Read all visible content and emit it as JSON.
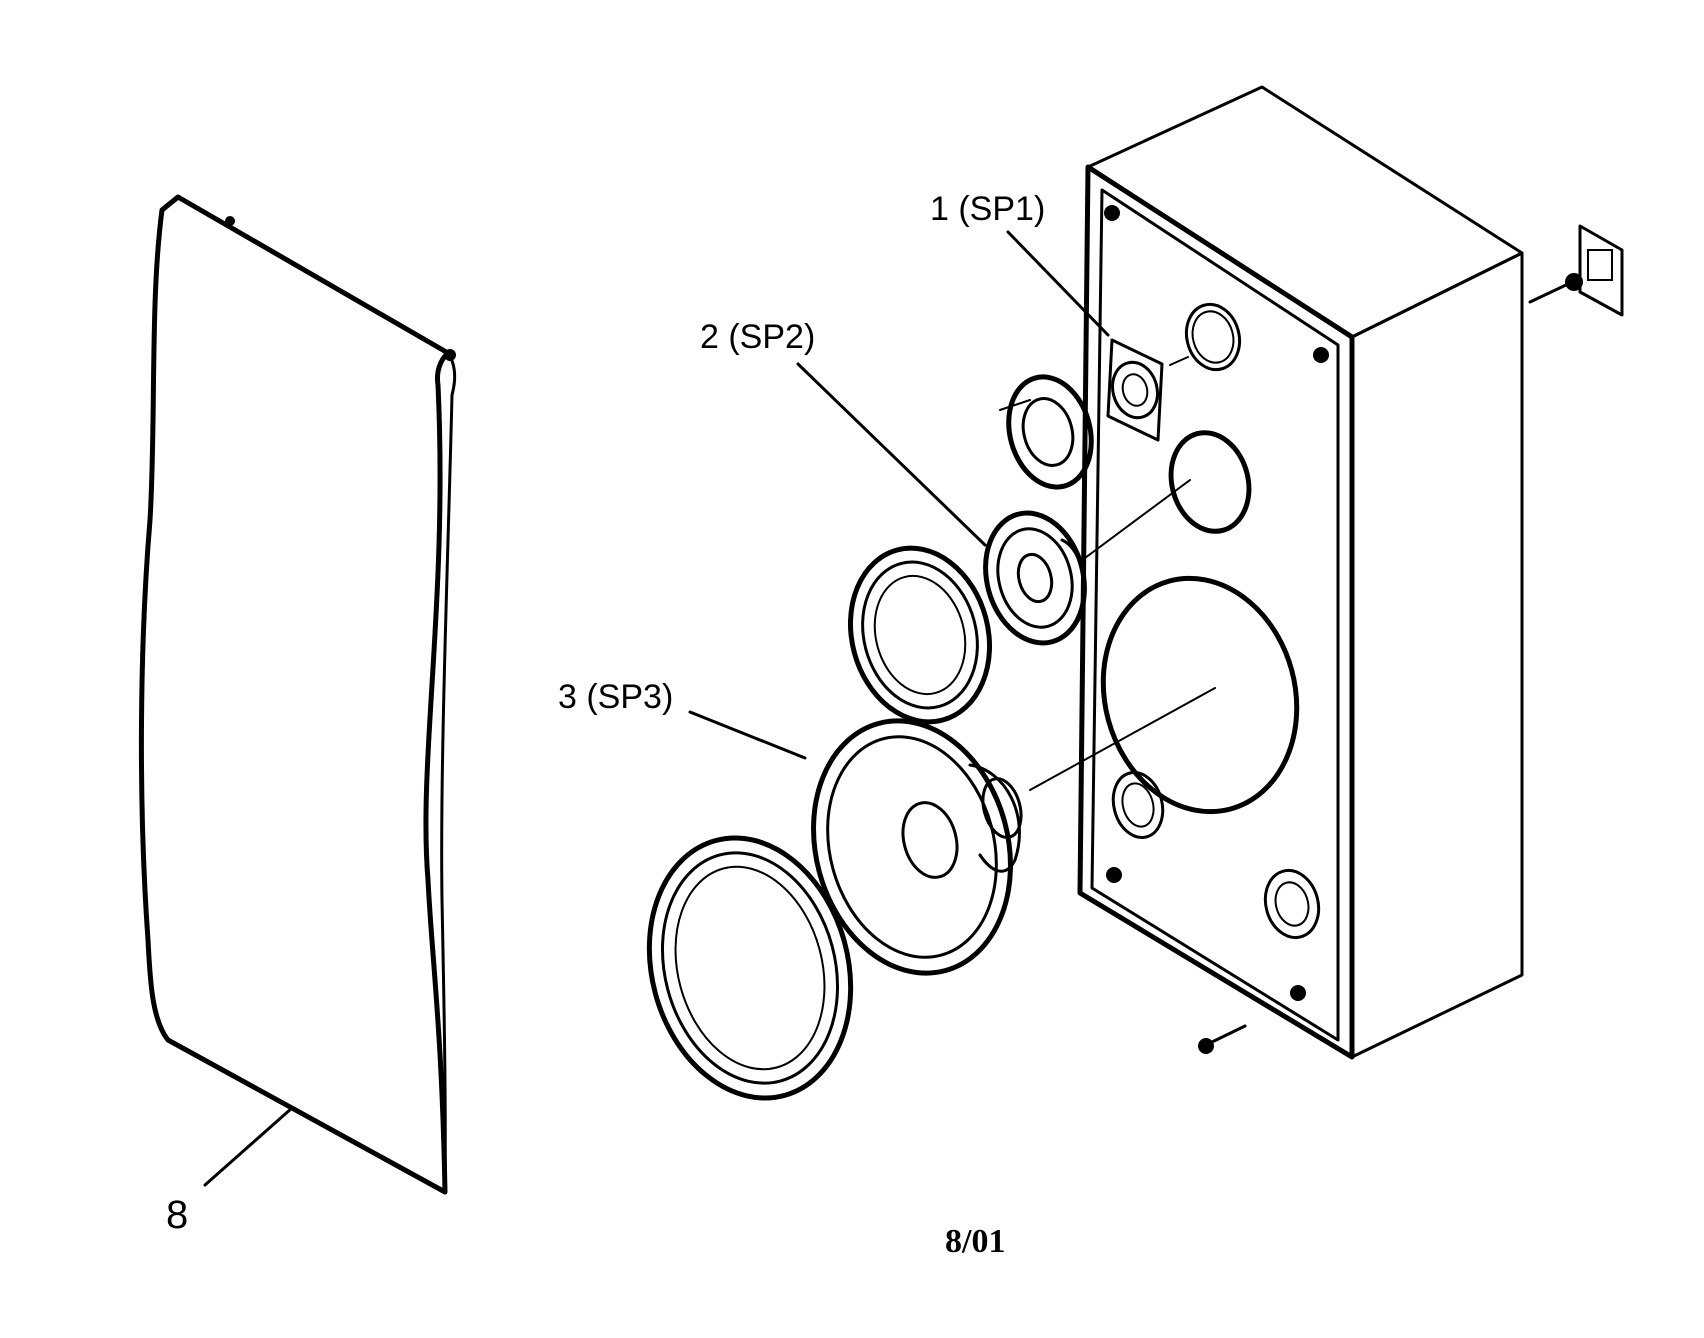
{
  "labels": {
    "sp1": "1 (SP1)",
    "sp2": "2 (SP2)",
    "sp3": "3 (SP3)",
    "grille": "8"
  },
  "footer": {
    "date": "8/01"
  }
}
